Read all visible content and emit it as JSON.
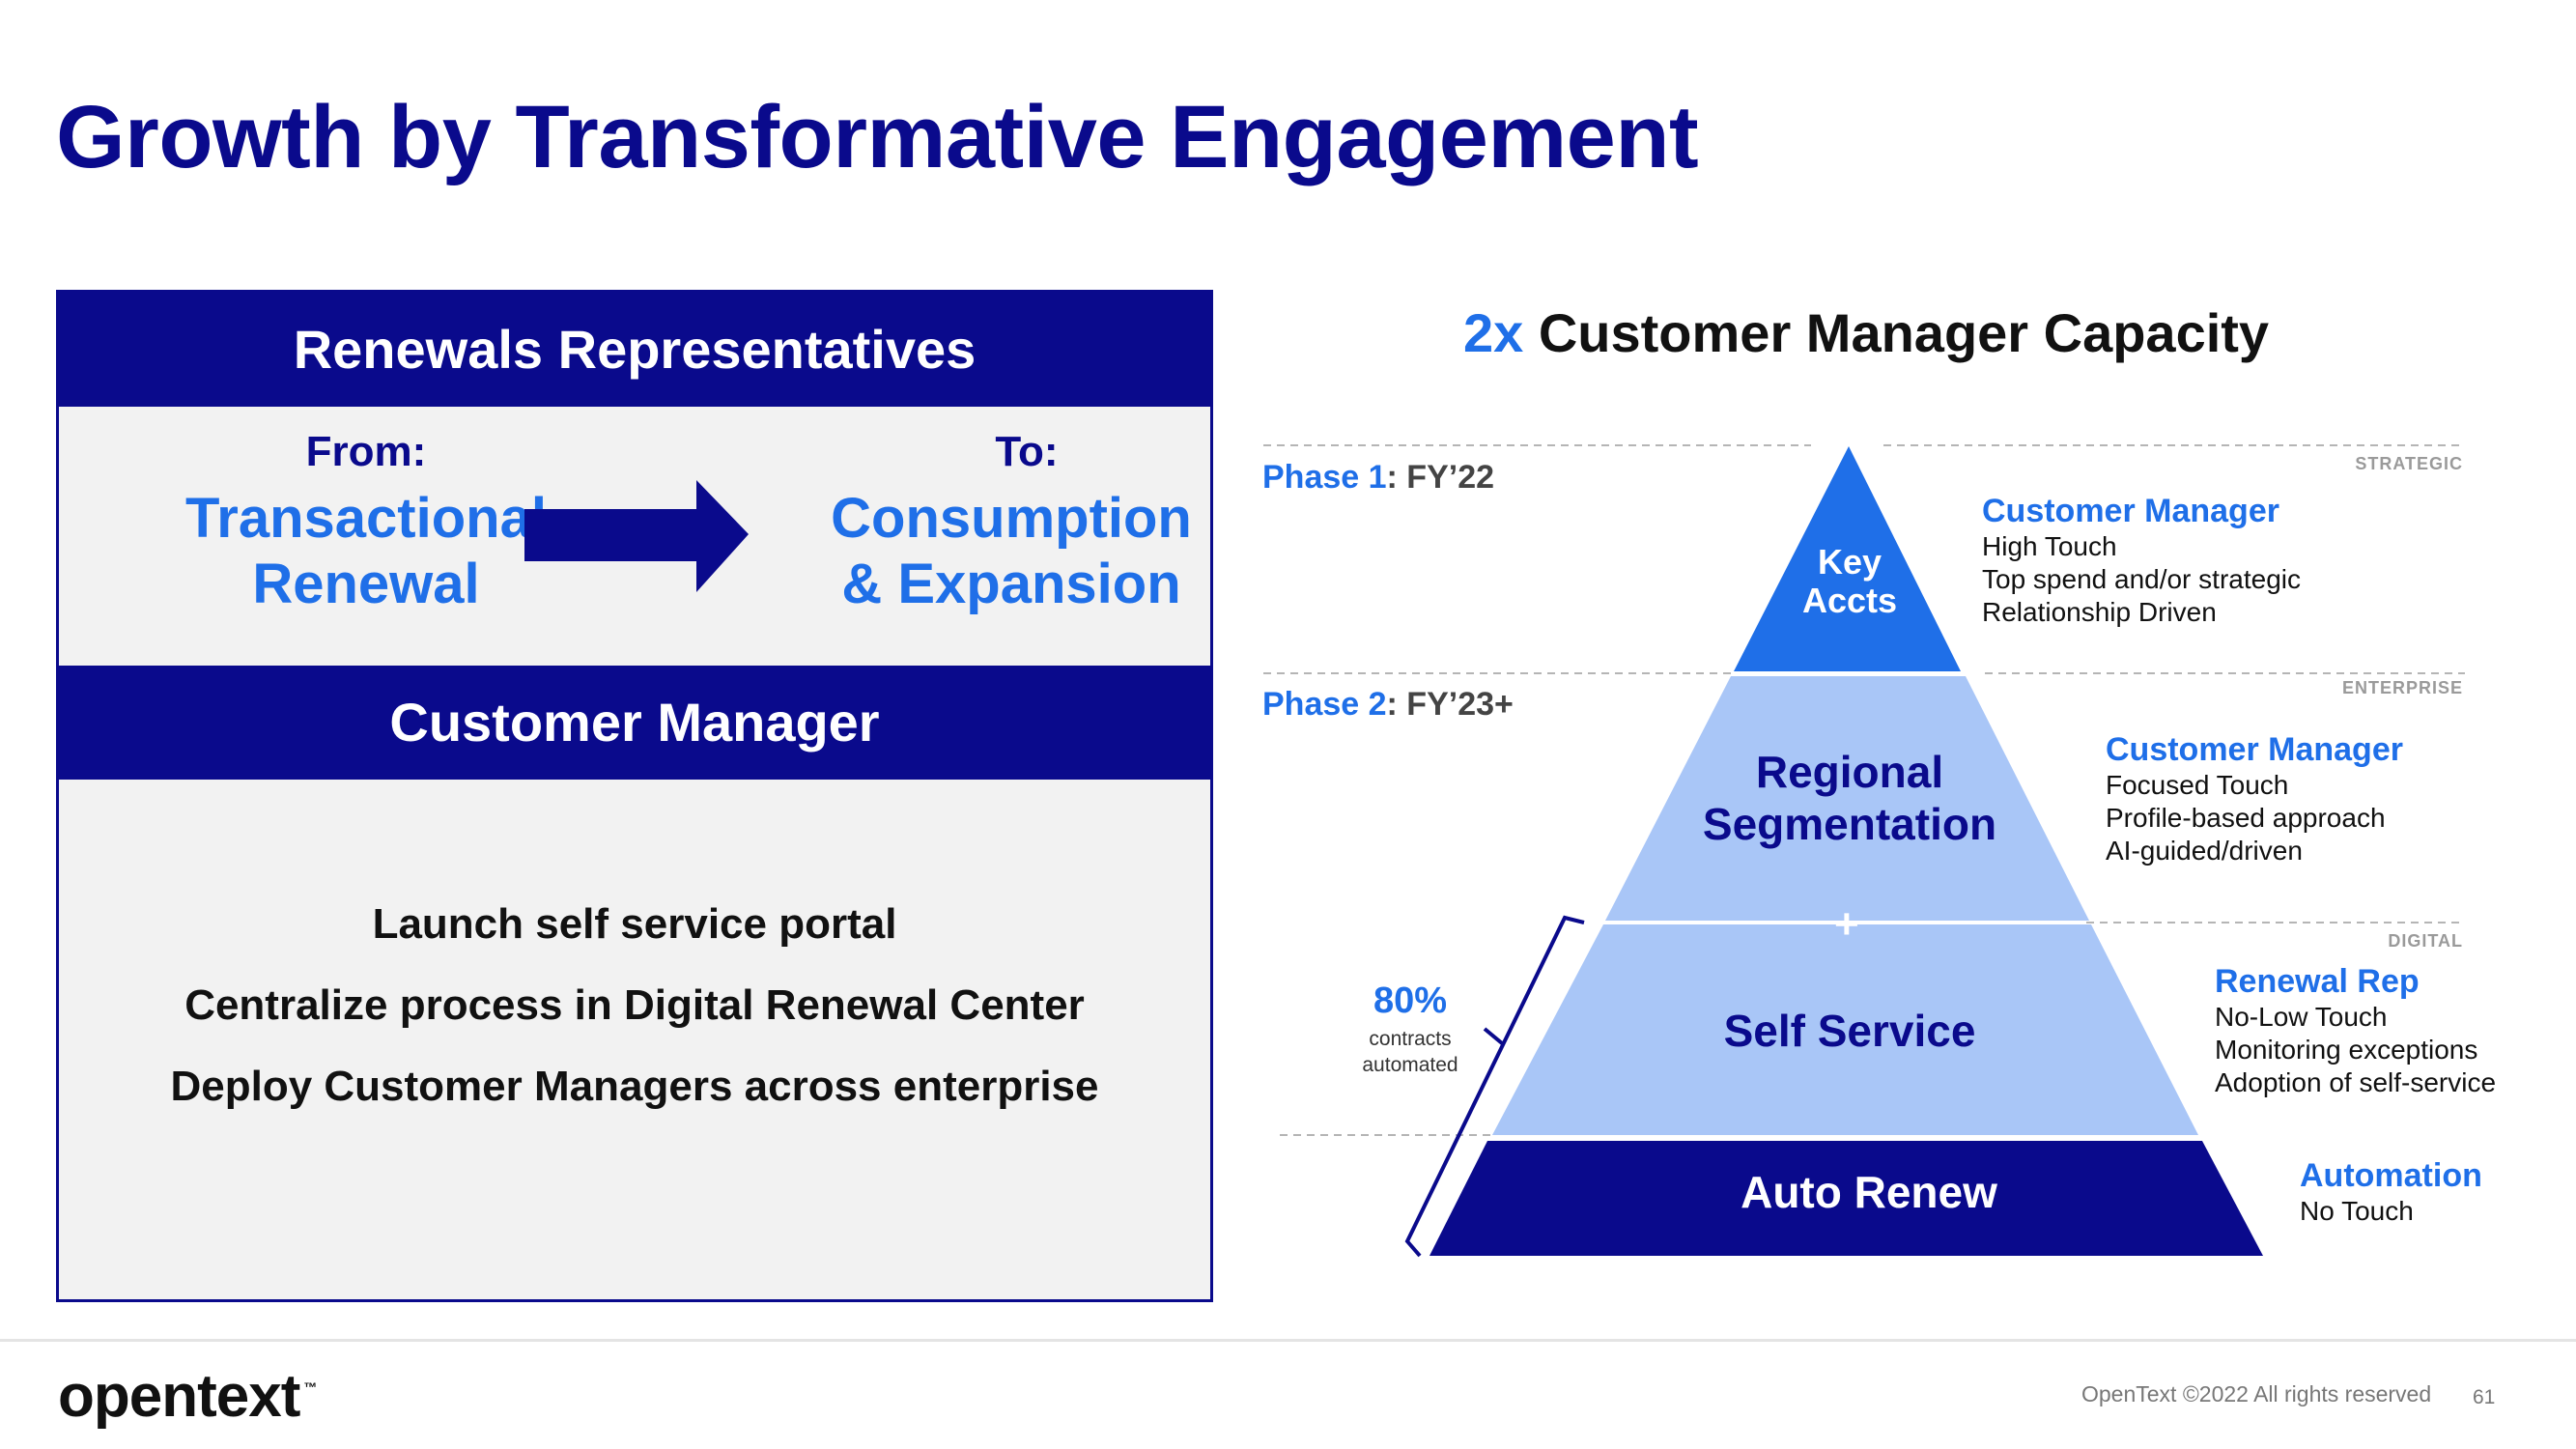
{
  "title": "Growth by Transformative Engagement",
  "left_panel": {
    "band1": "Renewals Representatives",
    "from_label": "From:",
    "from_line1": "Transactional",
    "from_line2": "Renewal",
    "to_label": "To:",
    "to_line1": "Consumption",
    "to_line2": "& Expansion",
    "band2": "Customer Manager",
    "items": [
      "Launch self service portal",
      "Centralize process in Digital Renewal Center",
      "Deploy Customer Managers across enterprise"
    ]
  },
  "pyramid": {
    "title_accent": "2x",
    "title_rest": " Customer Manager Capacity",
    "phase1_label": "Phase 1",
    "phase1_value": ": FY’22",
    "phase2_label": "Phase 2",
    "phase2_value": ": FY’23+",
    "tags": {
      "strategic": "STRATEGIC",
      "enterprise": "ENTERPRISE",
      "digital": "DIGITAL"
    },
    "tiers": {
      "key_line1": "Key",
      "key_line2": "Accts",
      "regional_line1": "Regional",
      "regional_line2": "Segmentation",
      "self_service": "Self Service",
      "auto_renew": "Auto Renew",
      "plus": "+"
    },
    "automated": {
      "pct": "80%",
      "line1": "contracts",
      "line2": "automated"
    },
    "descriptions": [
      {
        "heading": "Customer Manager",
        "lines": [
          "High Touch",
          "Top spend and/or strategic",
          "Relationship Driven"
        ]
      },
      {
        "heading": "Customer Manager",
        "lines": [
          "Focused Touch",
          "Profile-based approach",
          "AI-guided/driven"
        ]
      },
      {
        "heading": "Renewal Rep",
        "lines": [
          "No-Low Touch",
          "Monitoring exceptions",
          "Adoption of self-service"
        ]
      },
      {
        "heading": "Automation",
        "lines": [
          "No Touch"
        ]
      }
    ],
    "colors": {
      "key": "#1f6fe8",
      "regional": "#a9c6f7",
      "self": "#a9c6f7",
      "auto": "#0a0a8c"
    }
  },
  "footer": {
    "logo": "opentext",
    "tm": "™",
    "copyright": "OpenText ©2022 All rights reserved",
    "page": "61"
  }
}
